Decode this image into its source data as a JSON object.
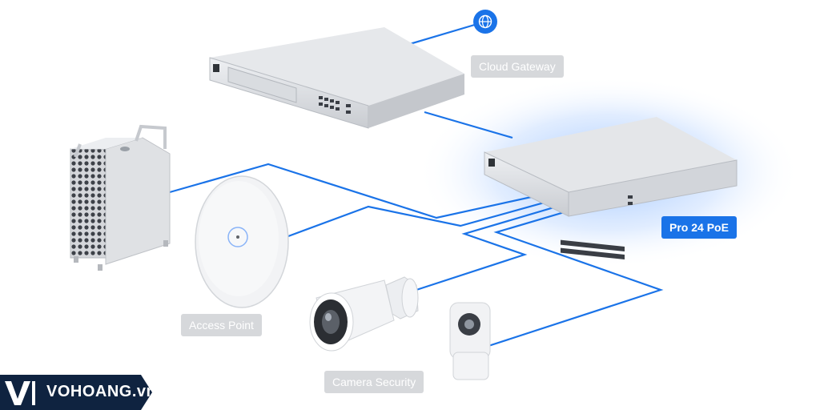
{
  "labels": {
    "cloud_gateway": "Cloud Gateway",
    "pro24": "Pro 24 PoE",
    "access_point": "Access Point",
    "camera_security": "Camera Security"
  },
  "brand": {
    "text": "VOHOANG.vn"
  },
  "icons": {
    "internet": "globe-icon"
  },
  "colors": {
    "link": "#1a73e8",
    "accent": "#1a73e8",
    "label_gray": "#d6d8db",
    "brand_bg": "#0f2340"
  }
}
